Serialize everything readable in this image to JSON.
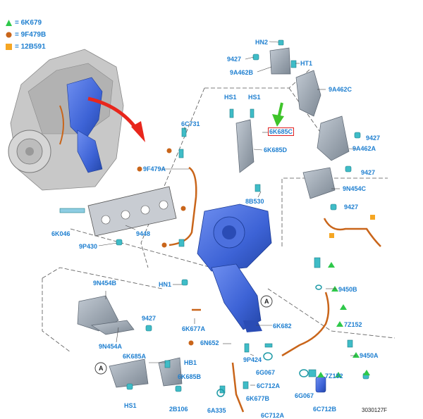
{
  "legend": [
    {
      "shape": "triangle",
      "color": "#2ec84a",
      "label": "= 6K679"
    },
    {
      "shape": "circle",
      "color": "#c9651a",
      "label": "= 9F479B"
    },
    {
      "shape": "square",
      "color": "#f5a623",
      "label": "= 12B591"
    }
  ],
  "labels": {
    "hn2": "HN2",
    "ht1": "HT1",
    "p9427a": "9427",
    "p9a462b": "9A462B",
    "p9a462c": "9A462C",
    "hs1a": "HS1",
    "hs1b": "HS1",
    "p6k685c": "6K685C",
    "p6k685d": "6K685D",
    "p9427b": "9427",
    "p9a462a": "9A462A",
    "p9427c": "9427",
    "p9n454c": "9N454C",
    "p9427d": "9427",
    "p8b530": "8B530",
    "p6c731": "6C731",
    "p9f479a": "9F479A",
    "p6k046": "6K046",
    "p9448": "9448",
    "p9p430": "9P430",
    "p9n454b": "9N454B",
    "p9427e": "9427",
    "p9n454a": "9N454A",
    "hn1": "HN1",
    "p6k677a": "6K677A",
    "p6k682": "6K682",
    "p9450b": "9450B",
    "p7z152a": "7Z152",
    "p6n652": "6N652",
    "p9p424": "9P424",
    "p6g067a": "6G067",
    "p9450a": "9450A",
    "p6k685a": "6K685A",
    "hb1": "HB1",
    "p6k685b": "6K685B",
    "hs1c": "HS1",
    "p2b106": "2B106",
    "p6c712a_top": "6C712A",
    "p6k677b": "6K677B",
    "p6a335": "6A335",
    "p6c712a_bot": "6C712A",
    "p6g067b": "6G067",
    "p7z152b": "7Z152",
    "p6c712b": "6C712B",
    "callout_a1": "A",
    "callout_a2": "A"
  },
  "reference": "3030127F",
  "colors": {
    "label_blue": "#1e7fd0",
    "highlight_red": "#e02020",
    "arrow_red": "#e8261c",
    "arrow_green": "#3ec42a",
    "part_blue": "#3d63d6",
    "part_orange": "#c9651a",
    "part_gray": "#8f9aa6"
  }
}
